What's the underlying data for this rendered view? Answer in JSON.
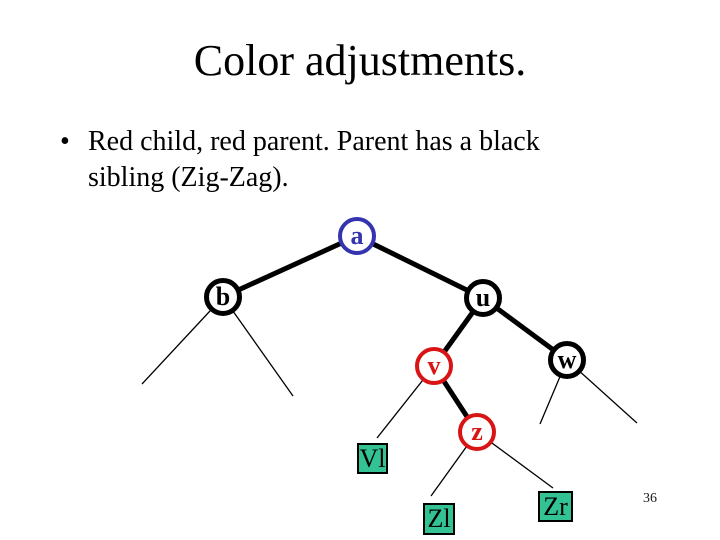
{
  "slide": {
    "title": "Color adjustments.",
    "bullet_glyph": "•",
    "bullet_lines": [
      "Red child, red parent. Parent has a black",
      "sibling (Zig-Zag)."
    ],
    "page_number": "36"
  },
  "colors": {
    "background": "#ffffff",
    "text": "#000000",
    "node_black": "#000000",
    "node_red": "#d91414",
    "node_blue": "#3434ae",
    "leaf_box_fill": "#33c293",
    "leaf_box_border": "#000000",
    "edge": "#000000"
  },
  "tree": {
    "description": "red-black tree, zig-zag recoloring case",
    "nodes": [
      {
        "id": "a",
        "label": "a",
        "color": "blue"
      },
      {
        "id": "b",
        "label": "b",
        "color": "black"
      },
      {
        "id": "u",
        "label": "u",
        "color": "black"
      },
      {
        "id": "v",
        "label": "v",
        "color": "red"
      },
      {
        "id": "w",
        "label": "w",
        "color": "black"
      },
      {
        "id": "z",
        "label": "z",
        "color": "red"
      }
    ],
    "leaf_boxes": [
      {
        "id": "Vl",
        "label": "Vl"
      },
      {
        "id": "Zl",
        "label": "Zl"
      },
      {
        "id": "Zr",
        "label": "Zr"
      }
    ],
    "edges_thick": [
      "a-b",
      "a-u",
      "u-v",
      "u-w",
      "v-z"
    ],
    "edges_thin": [
      "b-left-subtree",
      "b-right-subtree",
      "v-Vl",
      "w-left-subtree",
      "w-right-subtree",
      "z-Zl",
      "z-Zr"
    ]
  }
}
